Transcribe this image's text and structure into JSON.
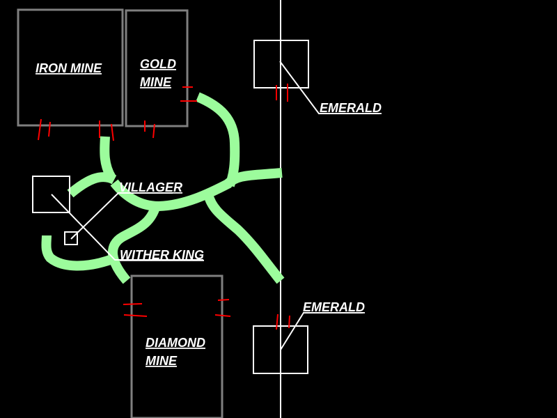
{
  "colors": {
    "background": "#000000",
    "tunnel": "#9cfc9c",
    "mine_outline": "#7f7f7f",
    "marker": "#ff0000",
    "line": "#ffffff"
  },
  "mines": {
    "iron": {
      "line1": "IRON MINE"
    },
    "gold": {
      "line1": "GOLD",
      "line2": "MINE"
    },
    "diamond": {
      "line1": "DIAMOND",
      "line2": "MINE"
    }
  },
  "labels": {
    "villager": "VILLAGER",
    "wither_king": "WITHER KING",
    "emerald_top": "EMERALD",
    "emerald_bottom": "EMERALD"
  }
}
